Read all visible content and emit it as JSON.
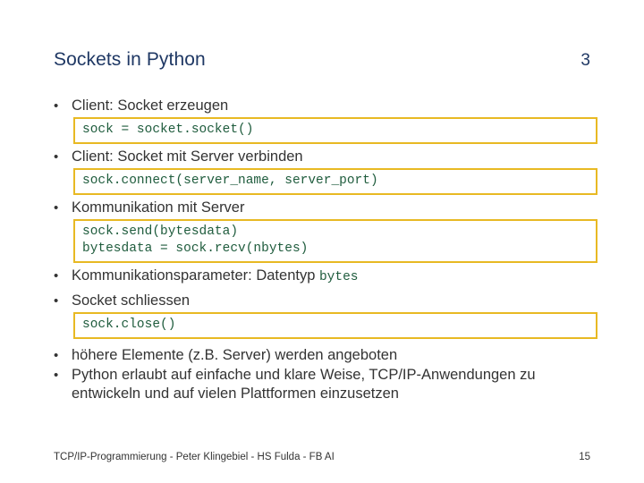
{
  "slide": {
    "title": "Sockets in Python",
    "number_top": "3",
    "bullet_marker": "•",
    "content": [
      {
        "type": "bullet",
        "text": "Client: Socket erzeugen"
      },
      {
        "type": "code",
        "lines": [
          "sock = socket.socket()"
        ]
      },
      {
        "type": "bullet",
        "text": "Client: Socket mit Server verbinden"
      },
      {
        "type": "code",
        "lines": [
          "sock.connect(server_name, server_port)"
        ]
      },
      {
        "type": "bullet",
        "text": "Kommunikation mit Server"
      },
      {
        "type": "code",
        "lines": [
          "sock.send(bytesdata)",
          "bytesdata = sock.recv(nbytes)"
        ]
      },
      {
        "type": "bullet_with_code",
        "text": "Kommunikationsparameter: Datentyp ",
        "code": "bytes"
      },
      {
        "type": "bullet",
        "text": "Socket schliessen"
      },
      {
        "type": "code",
        "lines": [
          "sock.close()"
        ]
      },
      {
        "type": "bullet",
        "text": "höhere Elemente (z.B. Server) werden angeboten"
      },
      {
        "type": "bullet",
        "text": "Python erlaubt auf einfache und klare Weise, TCP/IP-Anwendungen zu entwickeln und auf vielen Plattformen einzusetzen"
      }
    ]
  },
  "footer": {
    "text": "TCP/IP-Programmierung - Peter Klingebiel - HS Fulda - FB AI",
    "page": "15"
  },
  "colors": {
    "title": "#1f3864",
    "body_text": "#333333",
    "code_text": "#1f5c3d",
    "code_border": "#e8b923",
    "background": "#ffffff"
  }
}
